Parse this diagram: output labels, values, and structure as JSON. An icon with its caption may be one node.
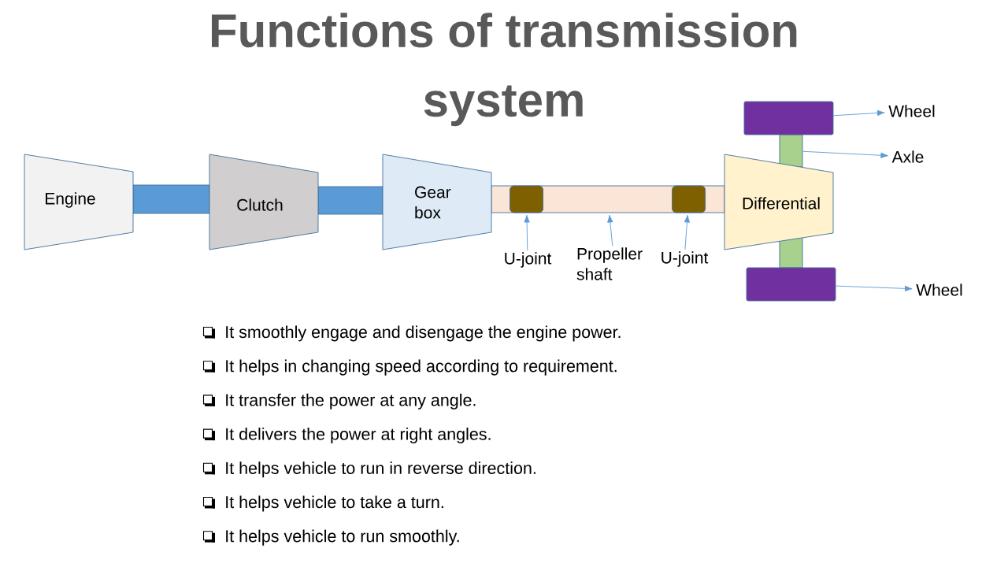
{
  "diagram": {
    "title": "Functions of transmission system",
    "nodes": [
      {
        "text": [
          "Engine"
        ]
      },
      {
        "text": [],
        "shape": "bar"
      },
      {
        "text": [
          "Clutch"
        ]
      },
      {
        "text": [],
        "shape": "bar"
      },
      {
        "text": [
          "Gear box"
        ]
      },
      {
        "text": [],
        "shape": "bar"
      },
      {
        "text": [],
        "shape": "box",
        "in": 5
      },
      {
        "text": [],
        "shape": "box",
        "in": 5
      },
      {
        "text": [
          "Differential"
        ]
      },
      {
        "text": [],
        "shape": "box"
      },
      {
        "text": [],
        "shape": "bar"
      },
      {
        "text": [],
        "shape": "bar"
      },
      {
        "text": [],
        "shape": "box"
      },
      {
        "text": [
          "Wheel"
        ]
      },
      {
        "text": [
          "Axle"
        ]
      },
      {
        "text": [
          "U-joint"
        ]
      },
      {
        "text": [
          "Propeller shaft"
        ]
      },
      {
        "text": [
          "U-joint"
        ]
      },
      {
        "text": [
          "Wheel"
        ]
      }
    ],
    "edges": [
      {
        "from": 9,
        "to": 13,
        "arrow": "to"
      },
      {
        "from": 10,
        "to": 14,
        "arrow": "to"
      },
      {
        "from": 15,
        "to": 6,
        "arrow": "to"
      },
      {
        "from": 16,
        "to": 5,
        "arrow": "to"
      },
      {
        "from": 17,
        "to": 7,
        "arrow": "to"
      },
      {
        "from": 12,
        "to": 18,
        "arrow": "to"
      }
    ],
    "labels": [
      "It smoothly engage and disengage the engine power.",
      "It helps in changing speed according to requirement.",
      "It transfer the power at any angle.",
      "It delivers the power at right angles.",
      "It helps vehicle to run in reverse direction.",
      "It helps vehicle to take a turn.",
      "It helps vehicle to run smoothly."
    ]
  }
}
